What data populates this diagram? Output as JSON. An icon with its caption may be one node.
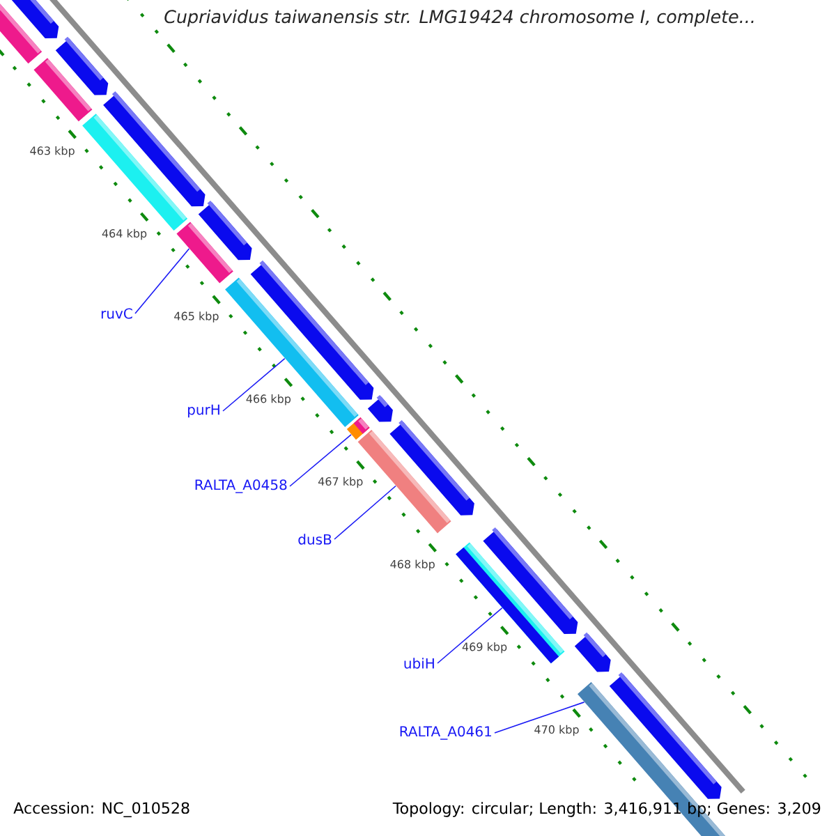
{
  "diagram": {
    "title": "Cupriavidus taiwanensis str. LMG19424 chromosome I, complete...",
    "nodes": [
      {
        "text": [
          "ruvC"
        ]
      },
      {
        "text": [
          "purH"
        ]
      },
      {
        "text": [
          "RALTA_A0458"
        ]
      },
      {
        "text": [
          "dusB"
        ]
      },
      {
        "text": [
          "ubiH"
        ]
      },
      {
        "text": [
          "RALTA_A0461"
        ]
      },
      {
        "text": [],
        "shape": "box"
      },
      {
        "text": [],
        "shape": "arrow"
      },
      {
        "text": [],
        "shape": "arrow"
      },
      {
        "text": [],
        "shape": "box"
      },
      {
        "text": [],
        "shape": "arrow"
      },
      {
        "text": [],
        "shape": "box"
      },
      {
        "text": [],
        "shape": "arrow"
      },
      {
        "text": [],
        "shape": "box"
      },
      {
        "text": [],
        "shape": "box"
      },
      {
        "text": [],
        "shape": "arrow"
      },
      {
        "text": [],
        "shape": "arrow"
      },
      {
        "text": [],
        "shape": "box"
      },
      {
        "text": [],
        "shape": "box"
      },
      {
        "text": [],
        "shape": "arrow"
      },
      {
        "text": [],
        "shape": "box"
      },
      {
        "text": [],
        "shape": "arrow"
      },
      {
        "text": [],
        "shape": "arrow"
      },
      {
        "text": [],
        "shape": "box"
      },
      {
        "text": [],
        "shape": "arrow"
      }
    ],
    "edges": [
      {
        "from": 0,
        "to": 13,
        "arrow": "none"
      },
      {
        "from": 1,
        "to": 14,
        "arrow": "none"
      },
      {
        "from": 2,
        "to": 17,
        "arrow": "none"
      },
      {
        "from": 3,
        "to": 18,
        "arrow": "none"
      },
      {
        "from": 4,
        "to": 20,
        "arrow": "none"
      },
      {
        "from": 5,
        "to": 23,
        "arrow": "none"
      }
    ],
    "labels": [
      "463 kbp",
      "464 kbp",
      "465 kbp",
      "466 kbp",
      "467 kbp",
      "468 kbp",
      "469 kbp",
      "470 kbp",
      "Accession: NC_010528",
      "Topology: circular; Length: 3,416,911 bp; Genes: 3,209"
    ]
  }
}
